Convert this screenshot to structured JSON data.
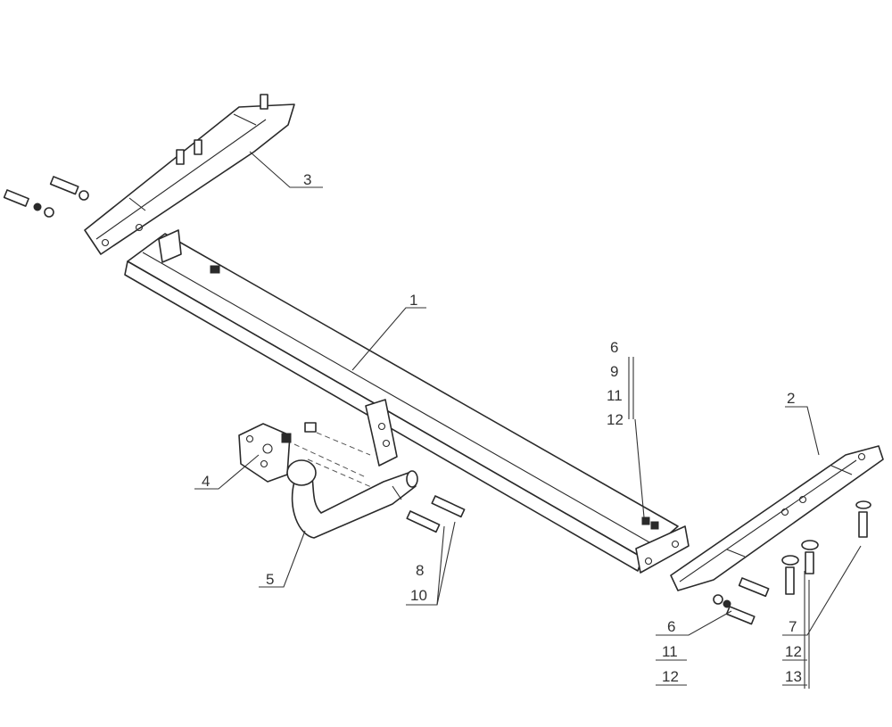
{
  "callouts": {
    "c1": "1",
    "c2": "2",
    "c3": "3",
    "c4": "4",
    "c5": "5",
    "c6a": "6",
    "c9": "9",
    "c11a": "11",
    "c12a": "12",
    "c8": "8",
    "c10": "10",
    "c6b": "6",
    "c11b": "11",
    "c12b": "12",
    "c7": "7",
    "c12c": "12",
    "c13": "13"
  }
}
